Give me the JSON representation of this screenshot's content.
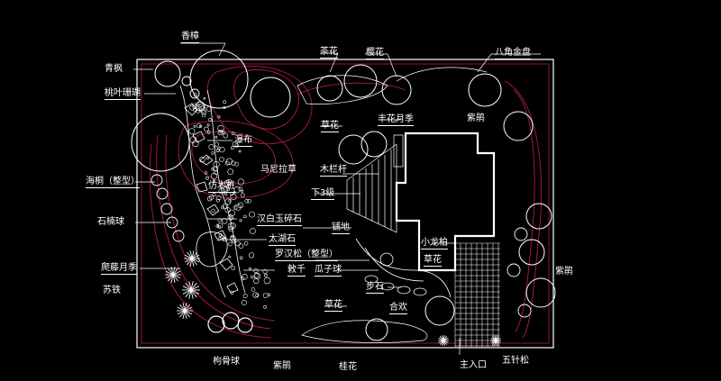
{
  "colors": {
    "background": "#000000",
    "outline": "#ffffff",
    "contour": "#b01e3c",
    "text": "#ffffff"
  },
  "labels": {
    "xiangzhang": "香樟",
    "qingfeng": "青枫",
    "taoye": "桃叶珊瑚",
    "haitong": "海桐（整型）",
    "shinan": "石楠球",
    "panteng": "爬藤月季",
    "sutie": "苏铁",
    "gouguqiu": "枸骨球",
    "zijuan_bottom": "紫鹃",
    "guihua": "桂花",
    "zhurukou": "主入口",
    "wuzhensong": "五针松",
    "zijuan_right": "紫鹃",
    "bajiao": "八角金盘",
    "chahua": "茶花",
    "yinghua": "樱花",
    "caohua_top": "草花",
    "fenghua": "丰花月季",
    "zijuan_top": "紫鹃",
    "pubu": "瀑布",
    "manila": "马尼拉草",
    "fangmuzhuang": "仿木桩",
    "mulangan": "木栏杆",
    "xia3ji": "下3级",
    "hanbai": "汉白玉碎石",
    "pudi": "铺地",
    "taihushi": "太湖石",
    "xiaolongbai": "小龙柏",
    "luohansong": "罗汉松（整型）",
    "caohua_mid": "草花",
    "suqian": "敕千",
    "guazi": "瓜子球",
    "bushi": "步石",
    "caohua_low": "草花",
    "hehuan": "合欢"
  }
}
